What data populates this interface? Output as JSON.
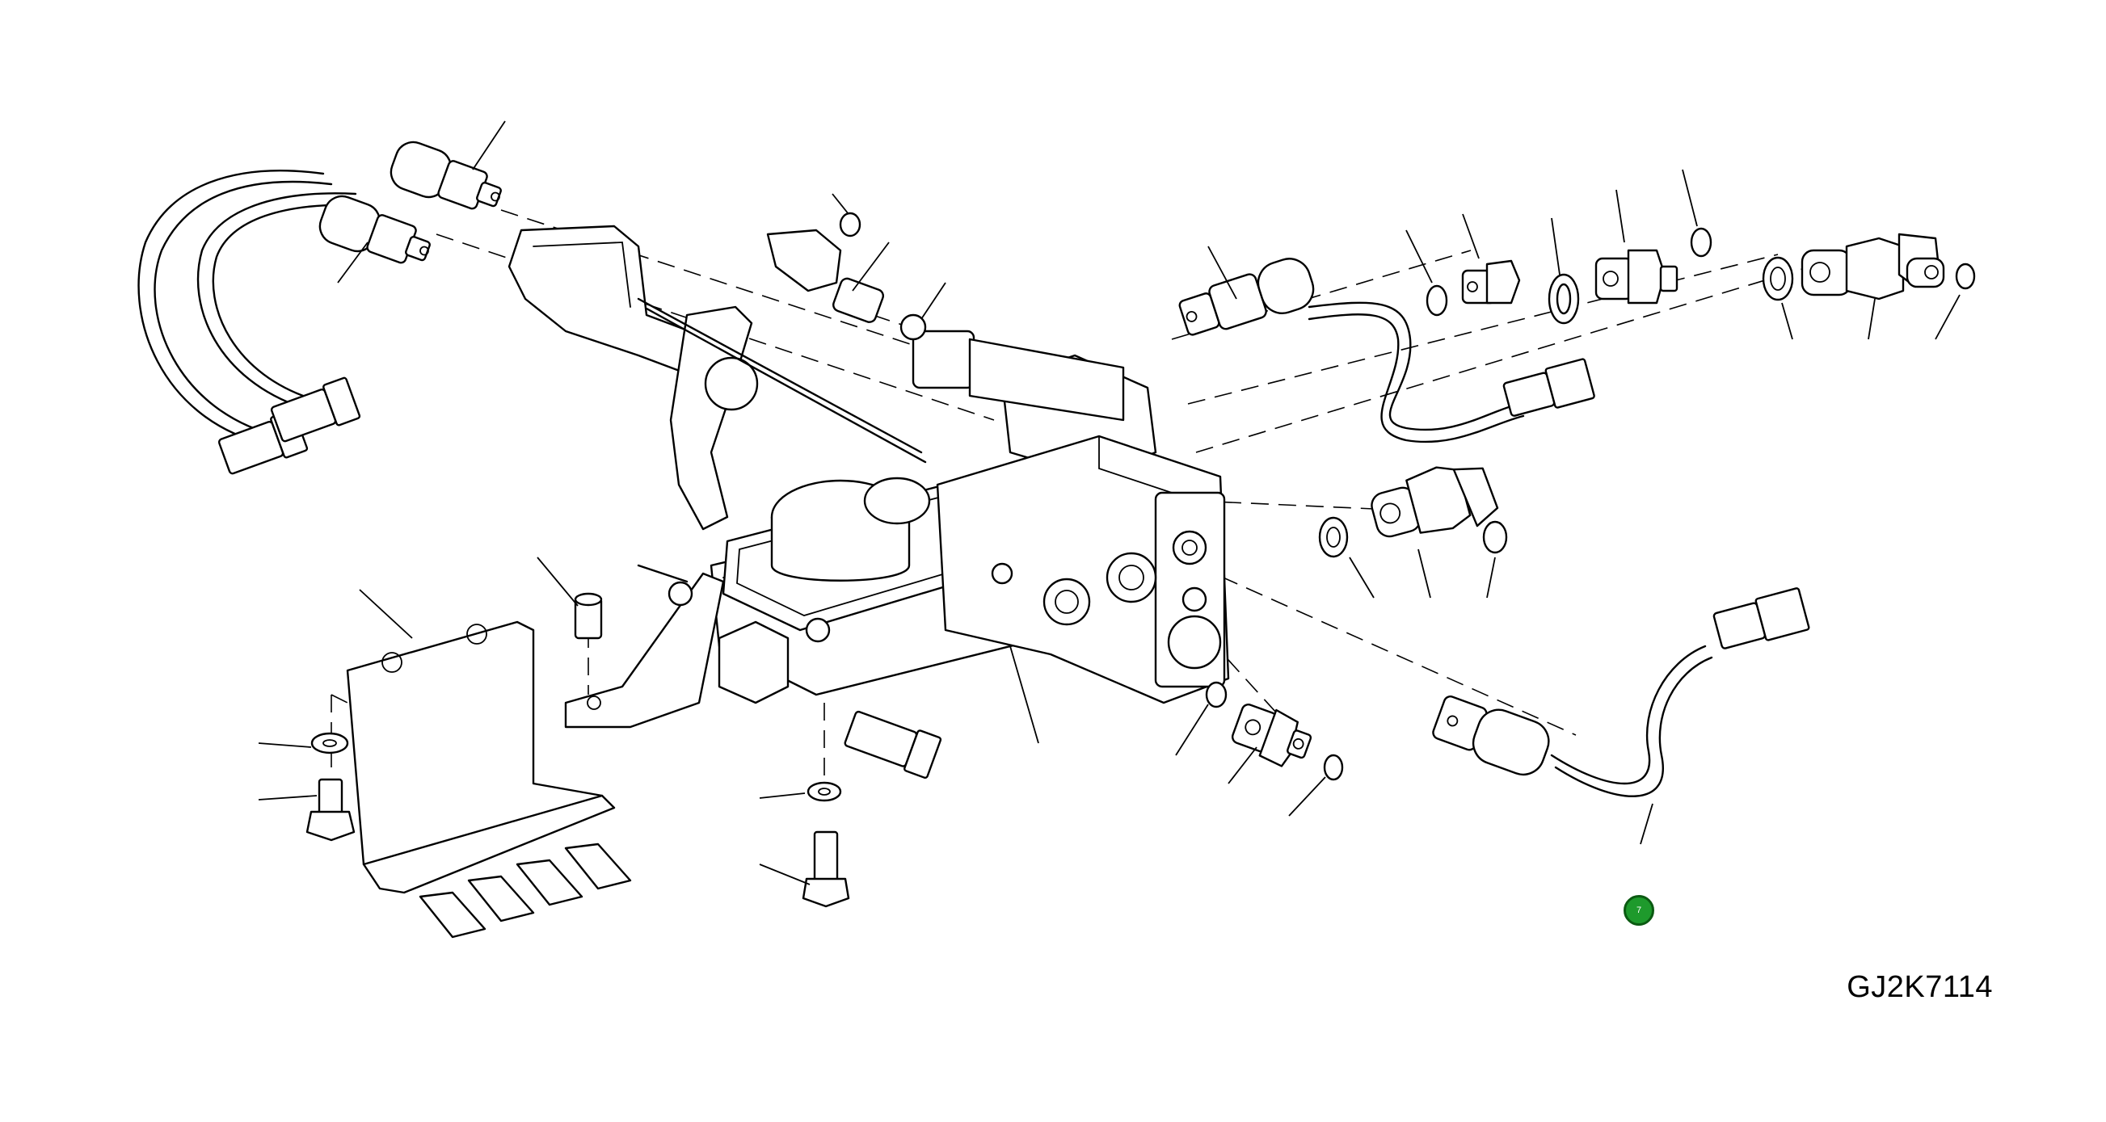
{
  "drawing": {
    "code": "GJ2K7114"
  },
  "hotspot": {
    "label": "7",
    "color": "#1e9a2c"
  },
  "icons": {
    "hotspot": "green-circle-marker"
  }
}
